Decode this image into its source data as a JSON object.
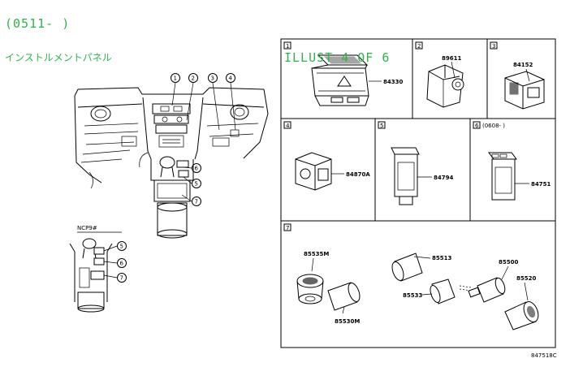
{
  "header": {
    "date_range": "(0511-      )",
    "title": "インストルメントパネル",
    "illustration_page": "ILLUST  4 OF 6"
  },
  "overview": {
    "callouts": [
      "1",
      "2",
      "3",
      "4",
      "5",
      "6",
      "7"
    ],
    "inset_label": "NCP9#",
    "inset_callouts": [
      "5",
      "6",
      "7"
    ]
  },
  "panels": [
    {
      "num": "1",
      "parts": [
        "84330"
      ]
    },
    {
      "num": "2",
      "parts": [
        "89611"
      ]
    },
    {
      "num": "3",
      "parts": [
        "84152"
      ]
    },
    {
      "num": "4",
      "parts": [
        "84870A"
      ]
    },
    {
      "num": "5",
      "parts": [
        "84794"
      ]
    },
    {
      "num": "6",
      "parts": [
        "84751"
      ],
      "note": "(0608-      )"
    },
    {
      "num": "7",
      "parts": [
        "85535M",
        "85530M",
        "85513",
        "85533",
        "85500",
        "85520"
      ]
    }
  ],
  "figure_code": "847518C"
}
